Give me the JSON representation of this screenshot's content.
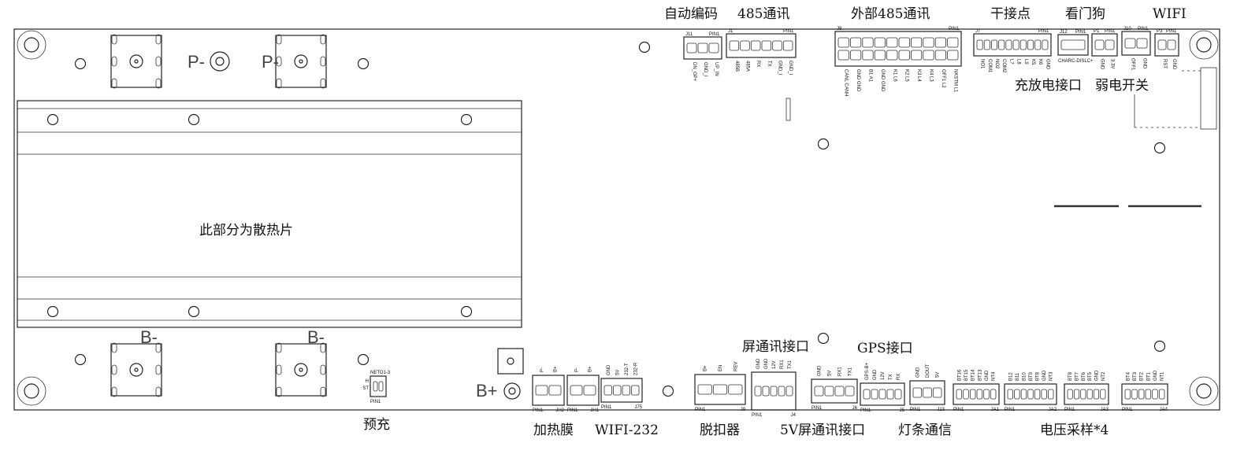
{
  "labels": {
    "auto_code": "自动编码",
    "rs485": "485通讯",
    "ext_rs485": "外部485通讯",
    "dry_contact": "干接点",
    "watchdog": "看门狗",
    "wifi": "WIFI",
    "charge_discharge": "充放电接口",
    "weak_switch": "弱电开关",
    "heatsink": "此部分为散热片",
    "precharge": "预充",
    "heating_film": "加热膜",
    "wifi232": "WIFI-232",
    "breaker": "脱扣器",
    "screen_comm": "屏通讯接口",
    "screen_5v": "5V屏通讯接口",
    "gps": "GPS接口",
    "light_comm": "灯条通信",
    "voltage_sample": "电压采样*4",
    "p_minus": "P-",
    "b_minus": "B-",
    "b_plus": "B+"
  },
  "connectors": [
    {
      "id": "J11",
      "pins": [
        "DN_OP+",
        "GND_I",
        "UP_IN"
      ]
    },
    {
      "id": "J1",
      "pins": [
        "485B",
        "485A",
        "RX",
        "TX",
        "GND_I",
        "GND_I"
      ]
    },
    {
      "id": "J8",
      "pins": [
        "CANL CANH",
        "GND GND",
        "B1 A1",
        "GND GND",
        "K1 L6",
        "K2 L5",
        "K3 L4",
        "K4 L3",
        "OFF1 L2",
        "NKSTM L1"
      ]
    },
    {
      "id": "J7",
      "pins": [
        "NO1",
        "COM1",
        "NO2",
        "COM2",
        "L7",
        "L8",
        "L9",
        "K5",
        "K6",
        "GND"
      ]
    },
    {
      "id": "J12",
      "pins": [
        "CHARC-DISLC+"
      ]
    },
    {
      "id": "P1",
      "pins": [
        "GND",
        "3.3V"
      ]
    },
    {
      "id": "J10",
      "pins": [
        "OFF1",
        "GND"
      ]
    },
    {
      "id": "P3",
      "pins": [
        "RST",
        "GND"
      ]
    },
    {
      "id": "NETO1-3",
      "pins": [
        "H",
        "ST"
      ]
    },
    {
      "id": "JH2",
      "pins": [
        "P-",
        "B+"
      ]
    },
    {
      "id": "JH1",
      "pins": [
        "P-",
        "B+"
      ]
    },
    {
      "id": "J75",
      "pins": [
        "GND",
        "5V",
        "232-T",
        "232-R"
      ]
    },
    {
      "id": "J9",
      "pins": [
        "B+",
        "EN",
        "REV"
      ]
    },
    {
      "id": "J4",
      "pins": [
        "GND",
        "GND",
        "12V",
        "RX1",
        "TX1"
      ]
    },
    {
      "id": "J6",
      "pins": [
        "GND",
        "5V",
        "RX1",
        "TX1"
      ]
    },
    {
      "id": "J5",
      "pins": [
        "GPS-B+",
        "GND",
        "12V",
        "TX",
        "RX"
      ]
    },
    {
      "id": "J13",
      "pins": [
        "GND",
        "DOUT",
        "5V"
      ]
    },
    {
      "id": "JA1",
      "pins": [
        "BT16",
        "BT15",
        "BT14",
        "BT13",
        "GND",
        "NT4"
      ]
    },
    {
      "id": "JA2",
      "pins": [
        "B12",
        "B11",
        "B10",
        "BT9",
        "BT8",
        "GND",
        "NT3"
      ]
    },
    {
      "id": "JA3",
      "pins": [
        "BT8",
        "BT7",
        "BT6",
        "BT5",
        "GND",
        "NT2"
      ]
    },
    {
      "id": "JA4",
      "pins": [
        "BT4",
        "BT3",
        "BT2",
        "BT1",
        "GND",
        "NT1"
      ]
    }
  ],
  "pin1_label": "PIN1"
}
